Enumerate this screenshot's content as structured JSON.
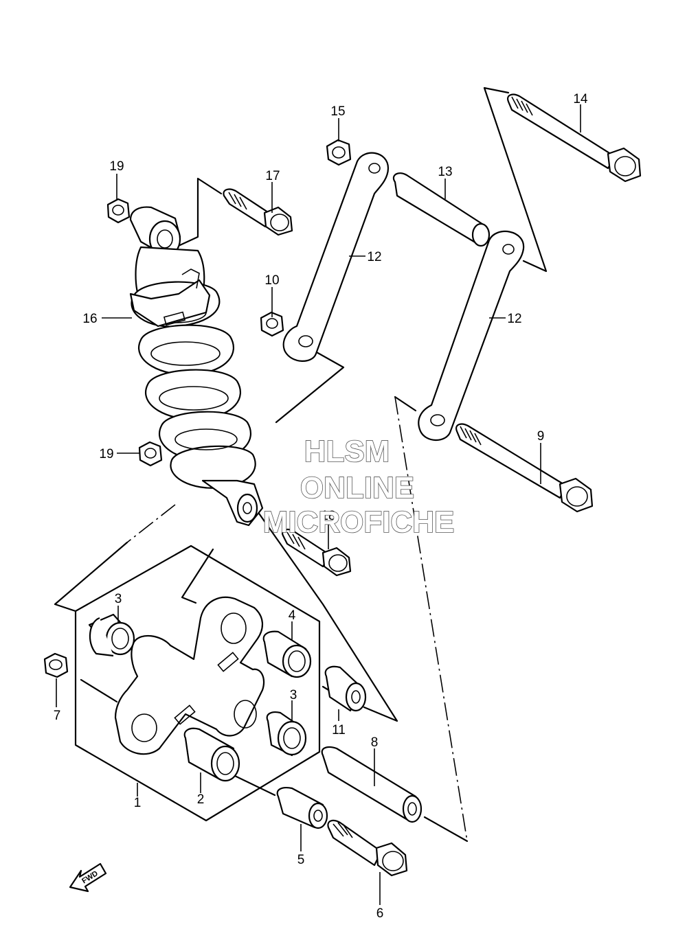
{
  "diagram": {
    "callouts": {
      "c1": "1",
      "c2": "2",
      "c3a": "3",
      "c3b": "3",
      "c4": "4",
      "c5": "5",
      "c6": "6",
      "c7": "7",
      "c8": "8",
      "c9": "9",
      "c10": "10",
      "c11": "11",
      "c12a": "12",
      "c12b": "12",
      "c13": "13",
      "c14": "14",
      "c15": "15",
      "c16": "16",
      "c17": "17",
      "c18": "18",
      "c19a": "19",
      "c19b": "19"
    },
    "direction_arrow": {
      "label": "FWD",
      "icon": "fwd-arrow-icon"
    }
  },
  "watermark": {
    "line1": "HLSM",
    "line2": "ONLINE",
    "line3": "MICROFICHE"
  }
}
